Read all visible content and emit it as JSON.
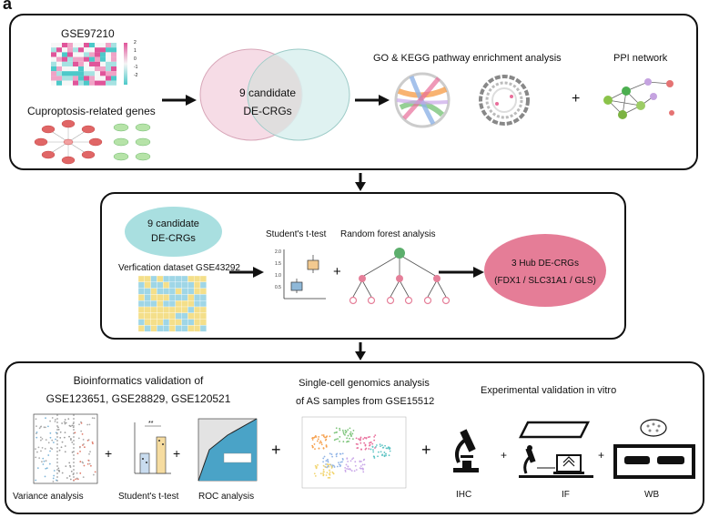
{
  "figure_label": "a",
  "panel1": {
    "dataset_label": "GSE97210",
    "heatmap_scale": [
      "2",
      "1",
      "0",
      "-1",
      "-2"
    ],
    "genes_label": "Cuproptosis-related genes",
    "venn_text_line1": "9 candidate",
    "venn_text_line2": "DE-CRGs",
    "enrichment_label": "GO & KEGG pathway enrichment analysis",
    "ppi_label": "PPI network",
    "plus": "+"
  },
  "panel2": {
    "candidate_line1": "9 candidate",
    "candidate_line2": "DE-CRGs",
    "verification_label": "Verfication dataset GSE43292",
    "ttest_label": "Student's t-test",
    "rf_label": "Random forest analysis",
    "plus": "+",
    "hub_line1": "3 Hub DE-CRGs",
    "hub_line2": "(FDX1 / SLC31A1 / GLS)"
  },
  "panel3": {
    "bioinfo_title_line1": "Bioinformatics validation of",
    "bioinfo_title_line2": "GSE123651, GSE28829, GSE120521",
    "variance_label": "Variance analysis",
    "ttest_label": "Student's t-test",
    "roc_label": "ROC analysis",
    "sc_title_line1": "Single-cell genomics analysis",
    "sc_title_line2": "of AS samples from GSE15512",
    "exp_title": "Experimental  validation in vitro",
    "ihc_label": "IHC",
    "if_label": "IF",
    "wb_label": "WB",
    "significance": "**",
    "plus": "+"
  },
  "colors": {
    "pink": "#f6dce6",
    "teal": "#d9f0ee",
    "candidate_blob": "#a9dfe0",
    "hub_blob": "#e57d97",
    "heat_yellow": "#f4df8a",
    "heat_blue": "#9fd6e6"
  }
}
